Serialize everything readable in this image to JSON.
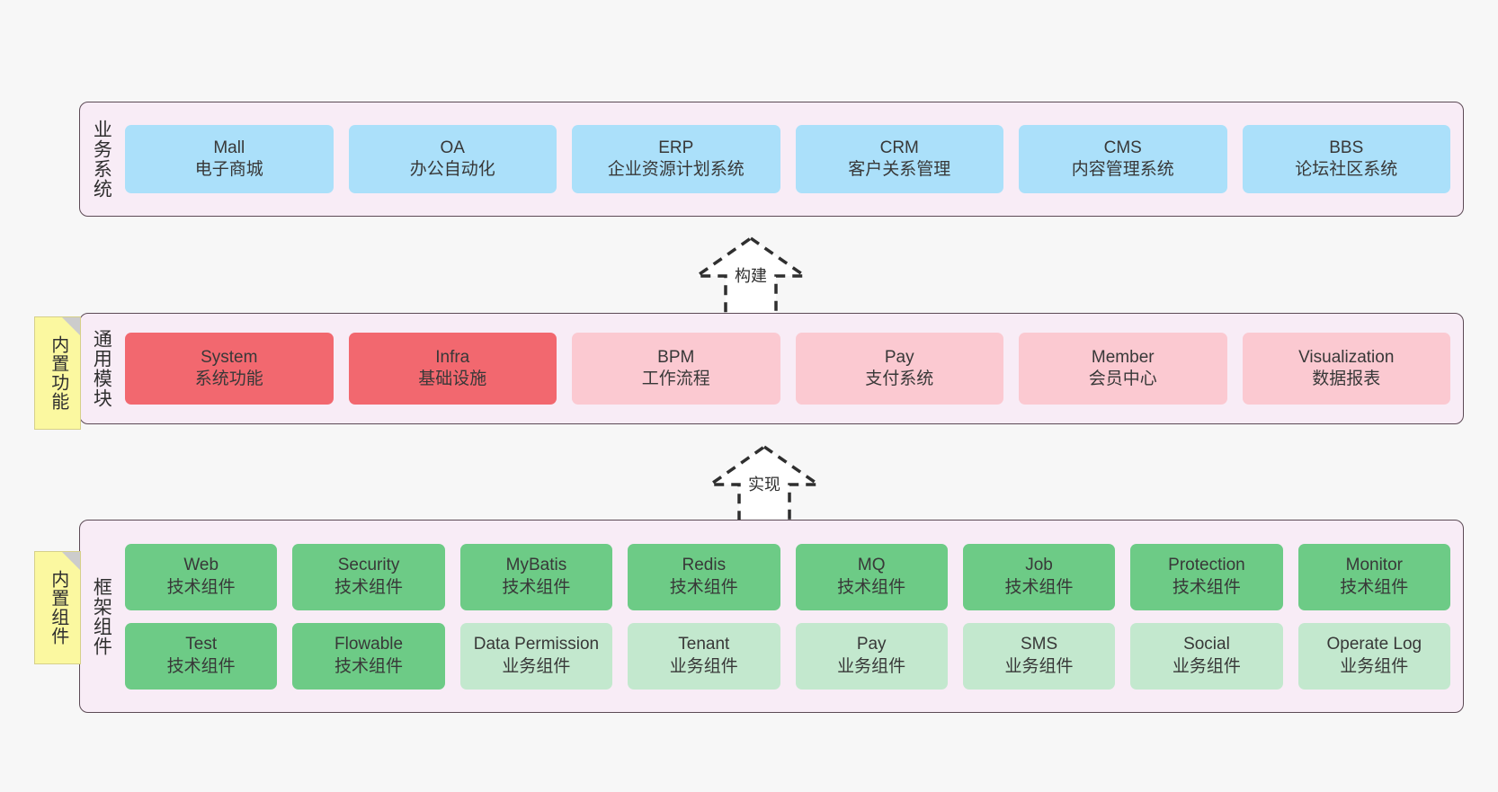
{
  "diagram": {
    "background_color": "#f7f7f7",
    "layer_bg_color": "#f8ecf6",
    "layer_border_color": "#5c4a55",
    "note_color": "#fbf8a0",
    "colors": {
      "business": "#abe0fa",
      "module_active": "#f2686f",
      "module_plan": "#fbc9d1",
      "tech_component": "#6dcb86",
      "biz_component": "#c3e8ce"
    }
  },
  "layers": [
    {
      "id": "business-systems",
      "title": "业务系统",
      "note": null,
      "rows": [
        {
          "style": "h-blue",
          "cards": [
            {
              "en": "Mall",
              "cn": "电子商城"
            },
            {
              "en": "OA",
              "cn": "办公自动化"
            },
            {
              "en": "ERP",
              "cn": "企业资源计划系统"
            },
            {
              "en": "CRM",
              "cn": "客户关系管理"
            },
            {
              "en": "CMS",
              "cn": "内容管理系统"
            },
            {
              "en": "BBS",
              "cn": "论坛社区系统"
            }
          ]
        }
      ]
    },
    {
      "id": "common-modules",
      "title": "通用模块",
      "note": "内置功能",
      "rows": [
        {
          "style": "mixed",
          "cards": [
            {
              "en": "System",
              "cn": "系统功能",
              "style": "h-red"
            },
            {
              "en": "Infra",
              "cn": "基础设施",
              "style": "h-red"
            },
            {
              "en": "BPM",
              "cn": "工作流程",
              "style": "h-pink"
            },
            {
              "en": "Pay",
              "cn": "支付系统",
              "style": "h-pink"
            },
            {
              "en": "Member",
              "cn": "会员中心",
              "style": "h-pink"
            },
            {
              "en": "Visualization",
              "cn": "数据报表",
              "style": "h-pink"
            }
          ]
        }
      ]
    },
    {
      "id": "framework-components",
      "title": "框架组件",
      "note": "内置组件",
      "rows": [
        {
          "style": "h-green",
          "cards": [
            {
              "en": "Web",
              "cn": "技术组件"
            },
            {
              "en": "Security",
              "cn": "技术组件"
            },
            {
              "en": "MyBatis",
              "cn": "技术组件"
            },
            {
              "en": "Redis",
              "cn": "技术组件"
            },
            {
              "en": "MQ",
              "cn": "技术组件"
            },
            {
              "en": "Job",
              "cn": "技术组件"
            },
            {
              "en": "Protection",
              "cn": "技术组件"
            },
            {
              "en": "Monitor",
              "cn": "技术组件"
            }
          ]
        },
        {
          "style": "mixed",
          "cards": [
            {
              "en": "Test",
              "cn": "技术组件",
              "style": "h-green"
            },
            {
              "en": "Flowable",
              "cn": "技术组件",
              "style": "h-green"
            },
            {
              "en": "Data Permission",
              "cn": "业务组件",
              "style": "h-lgreen"
            },
            {
              "en": "Tenant",
              "cn": "业务组件",
              "style": "h-lgreen"
            },
            {
              "en": "Pay",
              "cn": "业务组件",
              "style": "h-lgreen"
            },
            {
              "en": "SMS",
              "cn": "业务组件",
              "style": "h-lgreen"
            },
            {
              "en": "Social",
              "cn": "业务组件",
              "style": "h-lgreen"
            },
            {
              "en": "Operate Log",
              "cn": "业务组件",
              "style": "h-lgreen"
            }
          ]
        }
      ]
    }
  ],
  "connectors": [
    {
      "id": "connector-build",
      "label": "构建"
    },
    {
      "id": "connector-implement",
      "label": "实现"
    }
  ]
}
